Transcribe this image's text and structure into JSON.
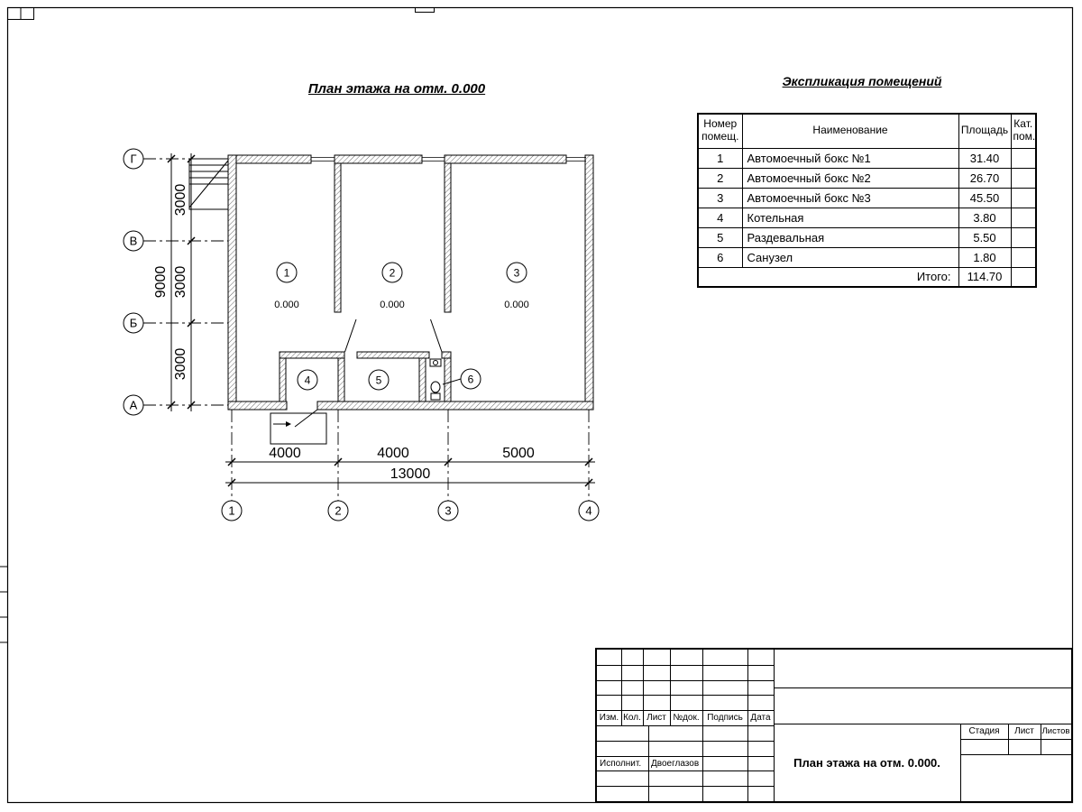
{
  "sheet": {
    "plan_title": "План этажа на отм. 0.000",
    "schedule_title": "Экспликация помещений"
  },
  "plan": {
    "row_axes": [
      "Г",
      "В",
      "Б",
      "А"
    ],
    "col_axes": [
      "1",
      "2",
      "3",
      "4"
    ],
    "dims_vertical": [
      "3000",
      "3000",
      "3000"
    ],
    "dim_vertical_total": "9000",
    "dims_horizontal": [
      "4000",
      "4000",
      "5000"
    ],
    "dim_horizontal_total": "13000",
    "rooms": [
      {
        "num": "1",
        "elevation": "0.000"
      },
      {
        "num": "2",
        "elevation": "0.000"
      },
      {
        "num": "3",
        "elevation": "0.000"
      },
      {
        "num": "4"
      },
      {
        "num": "5"
      },
      {
        "num": "6"
      }
    ]
  },
  "schedule": {
    "headers": {
      "num1": "Номер",
      "num2": "помещ.",
      "name": "Наименование",
      "area": "Площадь",
      "cat1": "Кат.",
      "cat2": "пом."
    },
    "rows": [
      {
        "num": "1",
        "name": "Автомоечный бокс №1",
        "area": "31.40"
      },
      {
        "num": "2",
        "name": "Автомоечный бокс №2",
        "area": "26.70"
      },
      {
        "num": "3",
        "name": "Автомоечный бокс №3",
        "area": "45.50"
      },
      {
        "num": "4",
        "name": "Котельная",
        "area": "3.80"
      },
      {
        "num": "5",
        "name": "Раздевальная",
        "area": "5.50"
      },
      {
        "num": "6",
        "name": "Санузел",
        "area": "1.80"
      }
    ],
    "total_label": "Итого:",
    "total_area": "114.70"
  },
  "titleblock": {
    "columns": [
      "Изм.",
      "Кол.",
      "Лист",
      "№док.",
      "Подпись",
      "Дата"
    ],
    "executor_label": "Исполнит.",
    "executor_name": "Двоеглазов",
    "doc_title": "План этажа на отм. 0.000.",
    "stage_label": "Стадия",
    "sheet_label": "Лист",
    "sheets_label": "Листов"
  }
}
